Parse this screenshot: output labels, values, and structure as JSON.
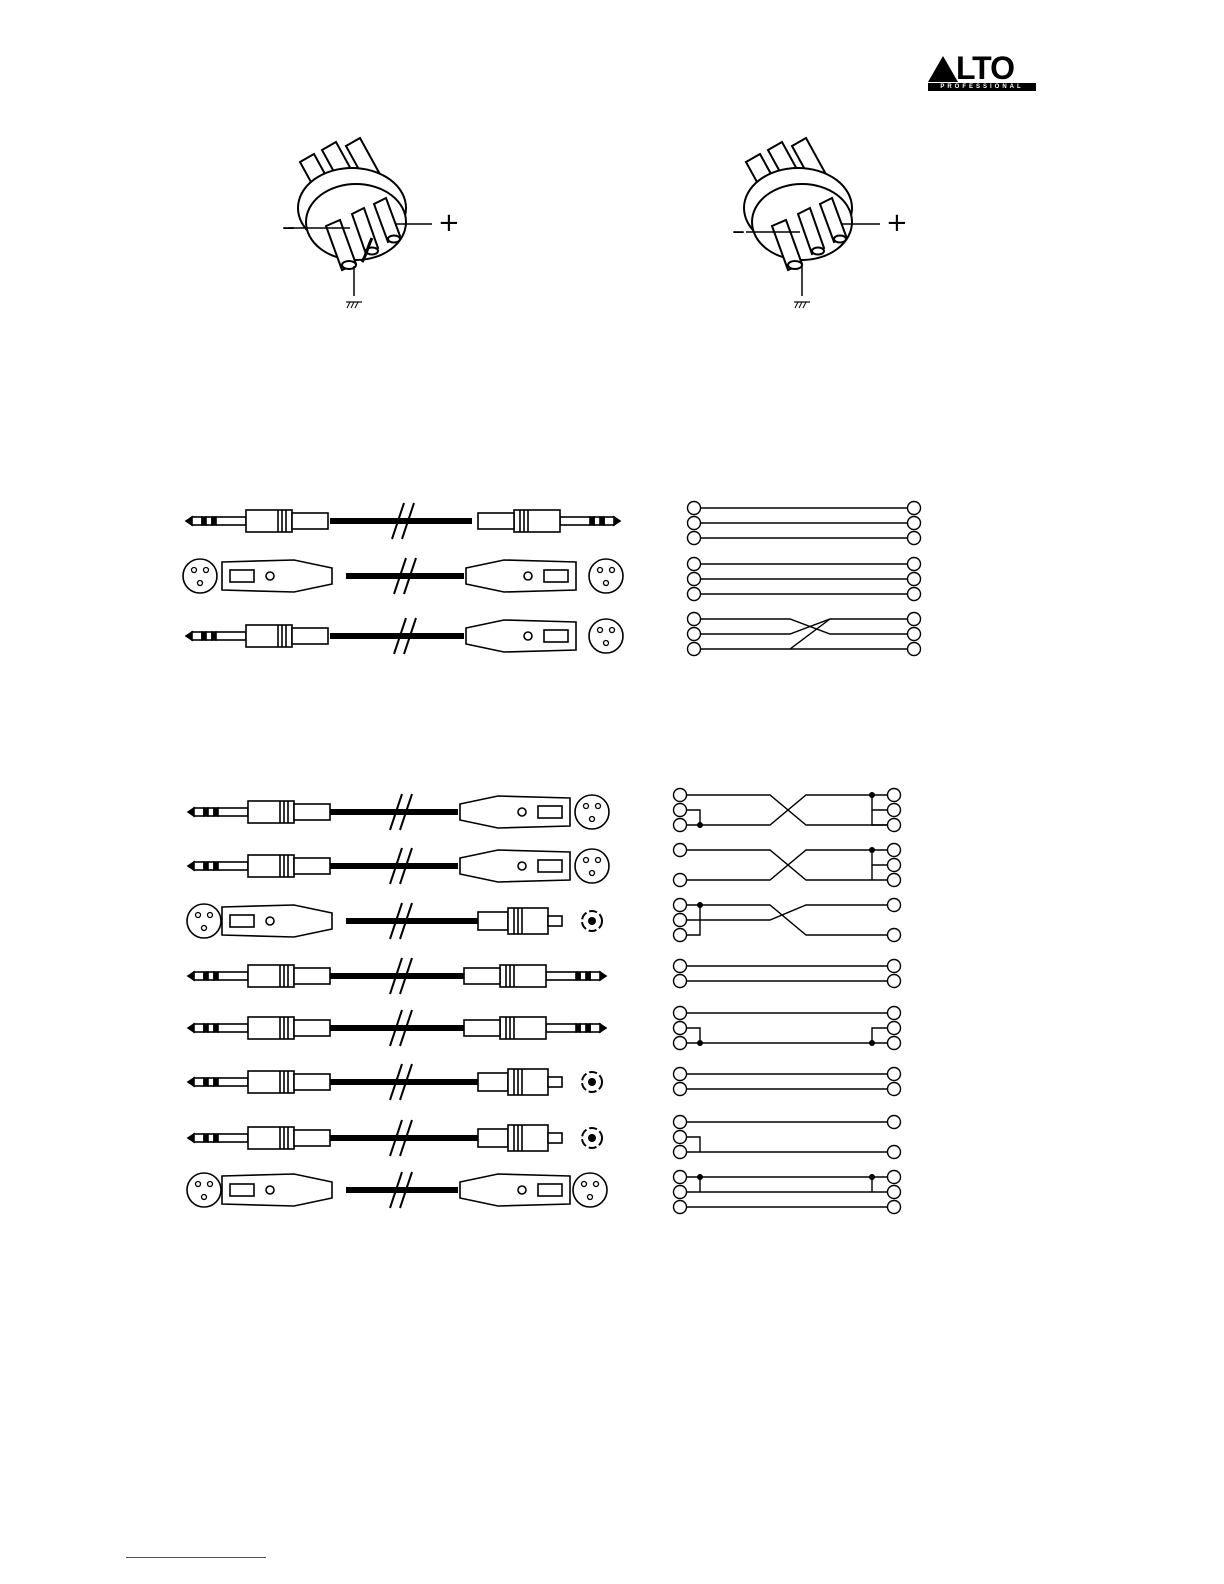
{
  "brand": {
    "name": "ALTO",
    "sub": "PROFESSIONAL"
  },
  "xlr_pins": {
    "left": {
      "minus": "–",
      "plus": "+"
    },
    "right": {
      "minus": "–",
      "plus": "+"
    }
  },
  "group1_cables": [
    "trs-to-trs",
    "xlr-female-to-xlr-male",
    "trs-to-xlr-male"
  ],
  "group2_cables": [
    "trs-to-xlr-male",
    "ts-to-xlr-male",
    "xlr-female-to-rca",
    "ts-to-trs",
    "trs-to-trs",
    "ts-to-rca",
    "trs-to-rca",
    "xlr-female-to-xlr-male"
  ]
}
